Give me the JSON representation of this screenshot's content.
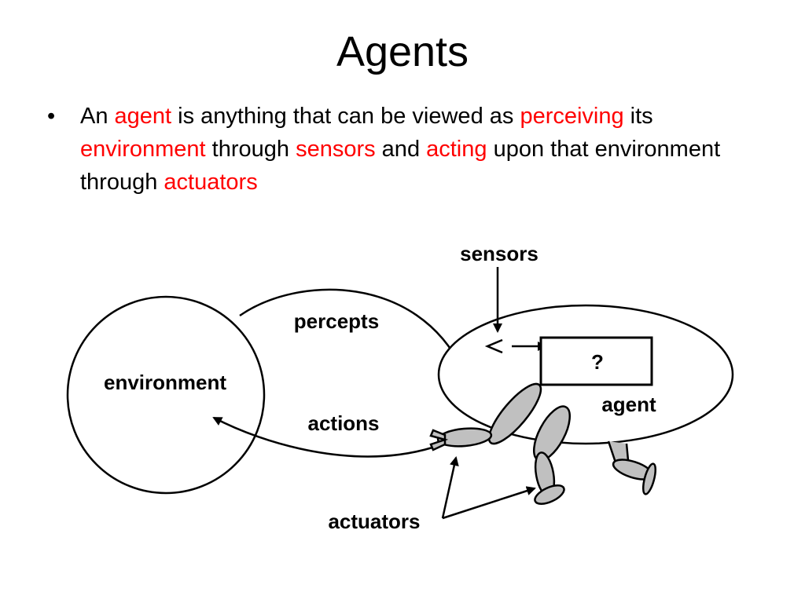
{
  "slide": {
    "title": "Agents",
    "bullet_marker": "•",
    "bullet_segments": [
      {
        "text": "An ",
        "highlight": false
      },
      {
        "text": "agent",
        "highlight": true
      },
      {
        "text": " is anything that can be viewed as ",
        "highlight": false
      },
      {
        "text": "perceiving",
        "highlight": true
      },
      {
        "text": " its ",
        "highlight": false
      },
      {
        "text": "environment",
        "highlight": true
      },
      {
        "text": " through ",
        "highlight": false
      },
      {
        "text": "sensors",
        "highlight": true
      },
      {
        "text": " and ",
        "highlight": false
      },
      {
        "text": "acting",
        "highlight": true
      },
      {
        "text": " upon that environment through ",
        "highlight": false
      },
      {
        "text": "actuators",
        "highlight": true
      }
    ],
    "highlight_color": "#ff0000"
  },
  "diagram": {
    "environment_label": "environment",
    "percepts_label": "percepts",
    "actions_label": "actions",
    "sensors_label": "sensors",
    "agent_label": "agent",
    "box_label": "?",
    "actuators_label": "actuators",
    "limb_color": "#c0c0c0"
  }
}
